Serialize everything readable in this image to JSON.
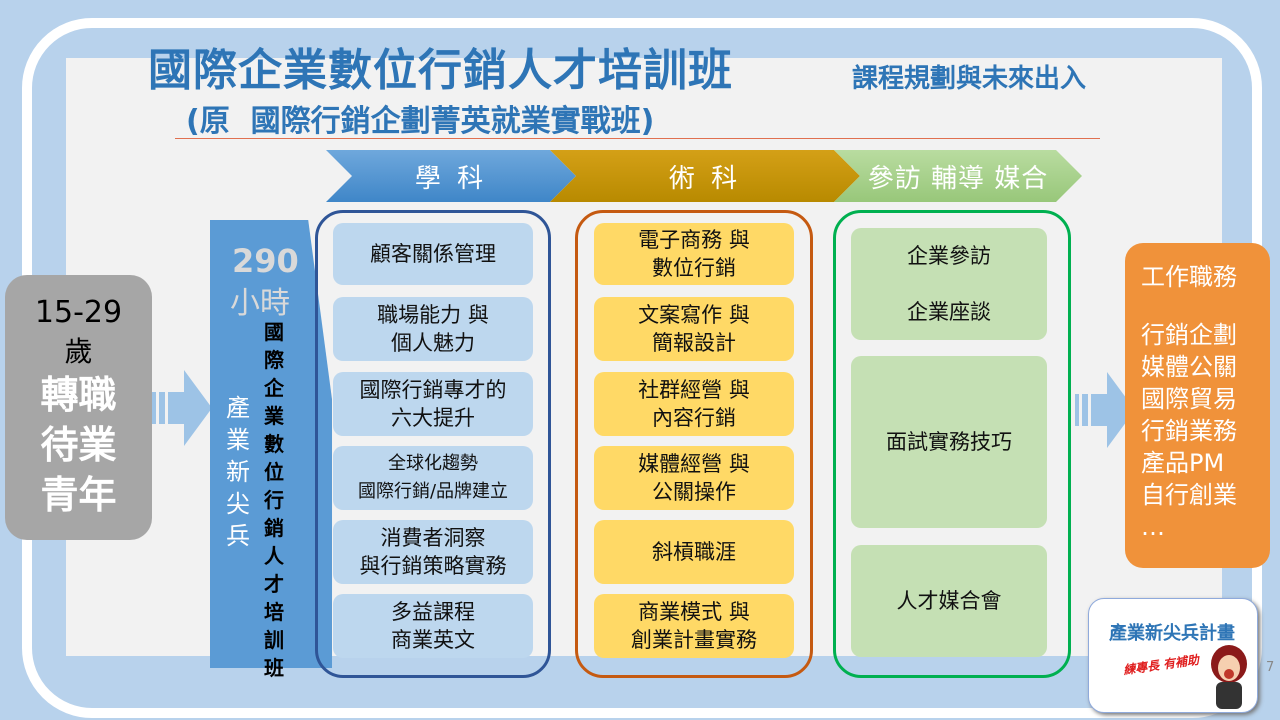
{
  "title": "國際企業數位行銷人才培訓班",
  "subtitle": "課程規劃與未來出入",
  "subtitle2": "(原  國際行銷企劃菁英就業實戰班)",
  "chevrons": [
    "學 科",
    "術 科",
    "參訪 輔導 媒合"
  ],
  "target": {
    "age": "15-29",
    "age_unit": "歲",
    "line1": "轉職",
    "line2": "待業",
    "line3": "青年"
  },
  "program": {
    "hours": "290",
    "hours_unit": "小時",
    "vertical_name": "國際企業數位行銷人才培訓班",
    "tag": "產業新尖兵"
  },
  "academic": [
    "顧客關係管理",
    "職場能力 與\n個人魅力",
    "國際行銷專才的\n六大提升",
    "全球化趨勢\n國際行銷/品牌建立",
    "消費者洞察\n與行銷策略實務",
    "多益課程\n商業英文"
  ],
  "practical": [
    "電子商務 與\n數位行銷",
    "文案寫作 與\n簡報設計",
    "社群經營 與\n內容行銷",
    "媒體經營 與\n公關操作",
    "斜槓職涯",
    "商業模式 與\n創業計畫實務"
  ],
  "visits": [
    "企業參訪\n\n企業座談",
    "面試實務技巧",
    "人才媒合會"
  ],
  "jobs": {
    "heading": "工作職務",
    "items": "行銷企劃\n媒體公關\n國際貿易\n行銷業務\n產品PM\n自行創業\n…"
  },
  "badge": {
    "title": "產業新尖兵計畫",
    "slogan": "練專長 有補助"
  },
  "page_number": "7"
}
